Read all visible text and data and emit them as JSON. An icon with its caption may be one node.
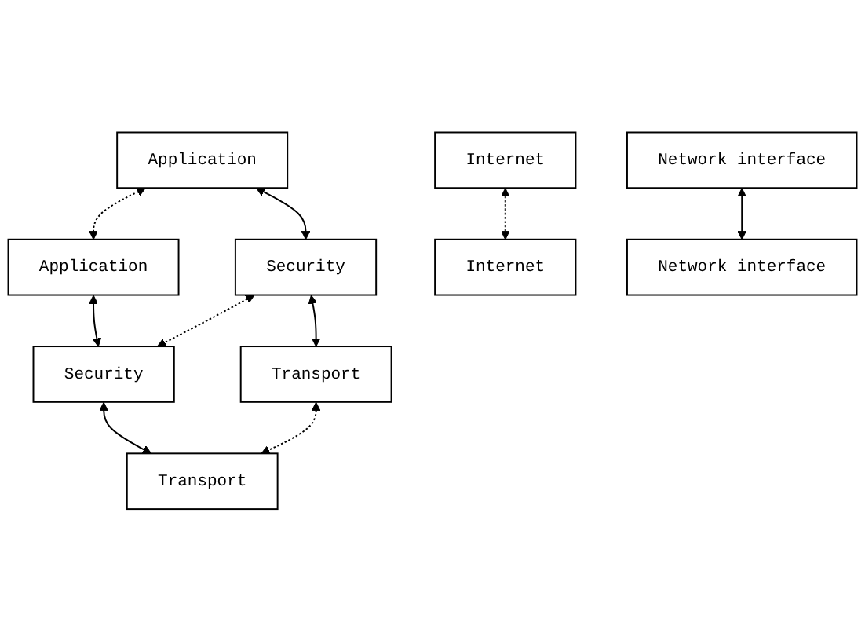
{
  "diagram": {
    "nodes": [
      {
        "text": [
          "Application"
        ]
      },
      {
        "text": [
          "Application"
        ]
      },
      {
        "text": [
          "Security"
        ]
      },
      {
        "text": [
          "Security"
        ]
      },
      {
        "text": [
          "Transport"
        ]
      },
      {
        "text": [
          "Transport"
        ]
      },
      {
        "text": [
          "Internet"
        ]
      },
      {
        "text": [
          "Internet"
        ]
      },
      {
        "text": [
          "Network interface"
        ]
      },
      {
        "text": [
          "Network interface"
        ]
      }
    ],
    "edges": [
      {
        "from": 0,
        "to": 1,
        "arrow": "both",
        "style": "dashed"
      },
      {
        "from": 0,
        "to": 2,
        "arrow": "both"
      },
      {
        "from": 1,
        "to": 3,
        "arrow": "both"
      },
      {
        "from": 2,
        "to": 3,
        "arrow": "both",
        "style": "dashed"
      },
      {
        "from": 2,
        "to": 4,
        "arrow": "both"
      },
      {
        "from": 3,
        "to": 5,
        "arrow": "both"
      },
      {
        "from": 4,
        "to": 5,
        "arrow": "both",
        "style": "dashed"
      },
      {
        "from": 6,
        "to": 7,
        "arrow": "both",
        "style": "dashed"
      },
      {
        "from": 8,
        "to": 9,
        "arrow": "both"
      }
    ]
  }
}
